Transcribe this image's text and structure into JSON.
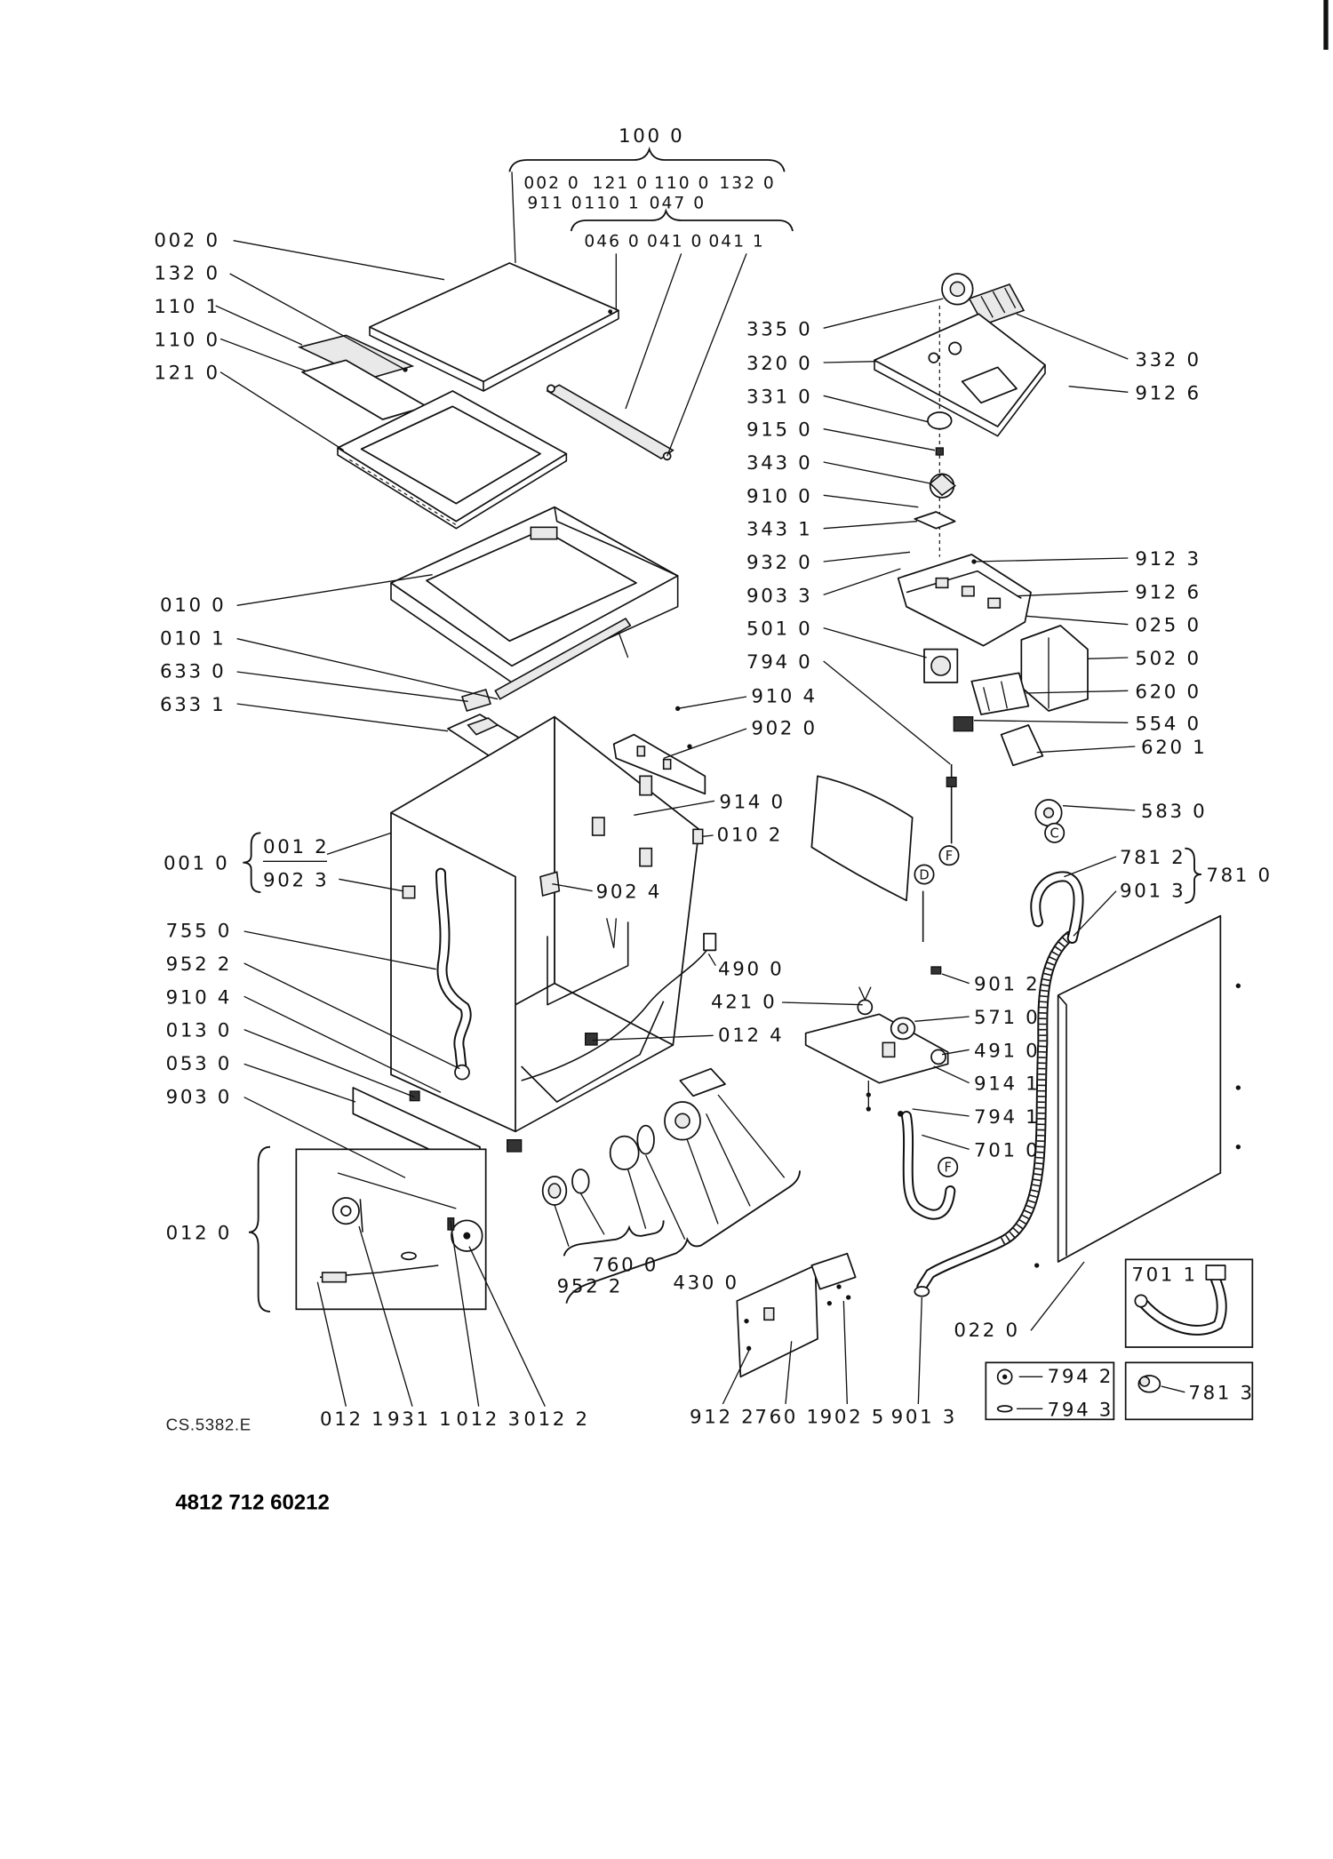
{
  "header": {
    "assembly": "100 0",
    "row1": [
      "002 0",
      "121 0",
      "110 0",
      "132 0"
    ],
    "row2": [
      "911 0",
      "110 1",
      "047 0"
    ],
    "sub_row": [
      "046 0",
      "041 0",
      "041 1"
    ]
  },
  "left": [
    "002 0",
    "132 0",
    "110 1",
    "110 0",
    "121 0",
    "010 0",
    "010 1",
    "633 0",
    "633 1",
    "001 0",
    "755 0",
    "952 2",
    "910 4",
    "013 0",
    "053 0",
    "903 0",
    "012 0"
  ],
  "left_sub_001": [
    "001 2",
    "902 3"
  ],
  "center": [
    "910 4",
    "902 0",
    "914 0",
    "010 2",
    "902 4",
    "490 0",
    "421 0",
    "012 4"
  ],
  "right_a": [
    "335 0",
    "320 0",
    "331 0",
    "915 0",
    "343 0",
    "910 0",
    "343 1",
    "932 0",
    "903 3",
    "501 0",
    "794 0"
  ],
  "right_b": [
    "332 0",
    "912 6",
    "912 3",
    "912 6",
    "025 0",
    "502 0",
    "620 0",
    "554 0",
    "620 1",
    "583 0"
  ],
  "hose_group": {
    "parts": [
      "781 2",
      "901 3"
    ],
    "assembly": "781 0"
  },
  "valve_group": [
    "901 2",
    "571 0",
    "491 0",
    "914 1",
    "794 1",
    "701 0"
  ],
  "side_panel": "022 0",
  "pump_group": [
    "760 0",
    "952 2",
    "430 0"
  ],
  "bottom_left": [
    "012 1",
    "931 1",
    "012 3",
    "012 2"
  ],
  "bottom_right": [
    "912 2",
    "760 1",
    "902 5",
    "901 3"
  ],
  "insets": {
    "hose_kit": "701 1",
    "nut": "794 2",
    "washer": "794 3",
    "coupling": "781 3"
  },
  "markers": [
    "F",
    "D",
    "C",
    "F"
  ],
  "footer": {
    "drawing_code": "CS.5382.E",
    "part_number": "4812 712 60212"
  }
}
